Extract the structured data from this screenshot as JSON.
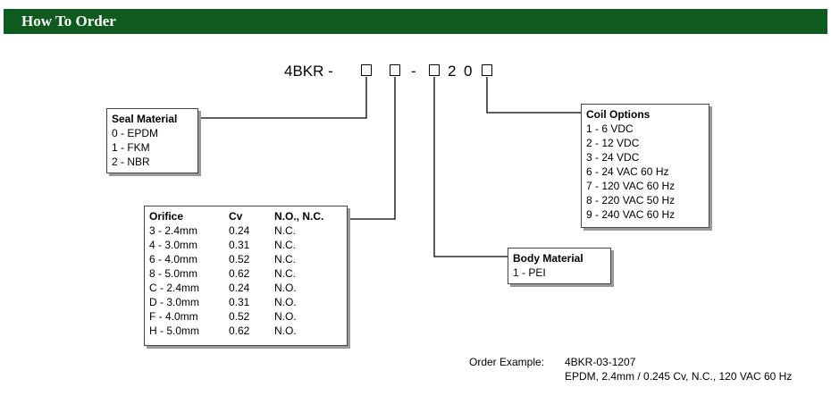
{
  "header": {
    "title": "How To Order"
  },
  "part_number": {
    "prefix": "4BKR -",
    "dash1": "-",
    "digit1": "2",
    "digit2": "0"
  },
  "seal_material": {
    "title": "Seal Material",
    "options": [
      "0 - EPDM",
      "1 - FKM",
      "2 - NBR"
    ]
  },
  "orifice": {
    "headers": [
      "Orifice",
      "Cv",
      "N.O., N.C."
    ],
    "rows": [
      [
        "3 - 2.4mm",
        "0.24",
        "N.C."
      ],
      [
        "4 - 3.0mm",
        "0.31",
        "N.C."
      ],
      [
        "6 - 4.0mm",
        "0.52",
        "N.C."
      ],
      [
        "8 - 5.0mm",
        "0.62",
        "N.C."
      ],
      [
        "C - 2.4mm",
        "0.24",
        "N.O."
      ],
      [
        "D - 3.0mm",
        "0.31",
        "N.O."
      ],
      [
        "F - 4.0mm",
        "0.52",
        "N.O."
      ],
      [
        "H - 5.0mm",
        "0.62",
        "N.O."
      ]
    ]
  },
  "body_material": {
    "title": "Body Material",
    "options": [
      "1 - PEI"
    ]
  },
  "coil_options": {
    "title": "Coil Options",
    "options": [
      "1 - 6 VDC",
      "2 - 12 VDC",
      "3 - 24 VDC",
      "6 - 24 VAC 60 Hz",
      "7 - 120 VAC 60 Hz",
      "8 - 220 VAC 50 Hz",
      "9 - 240 VAC 60 Hz"
    ]
  },
  "order_example": {
    "label": "Order Example:",
    "code": "4BKR-03-1207",
    "description": "EPDM, 2.4mm / 0.245 Cv, N.C., 120 VAC 60 Hz"
  }
}
